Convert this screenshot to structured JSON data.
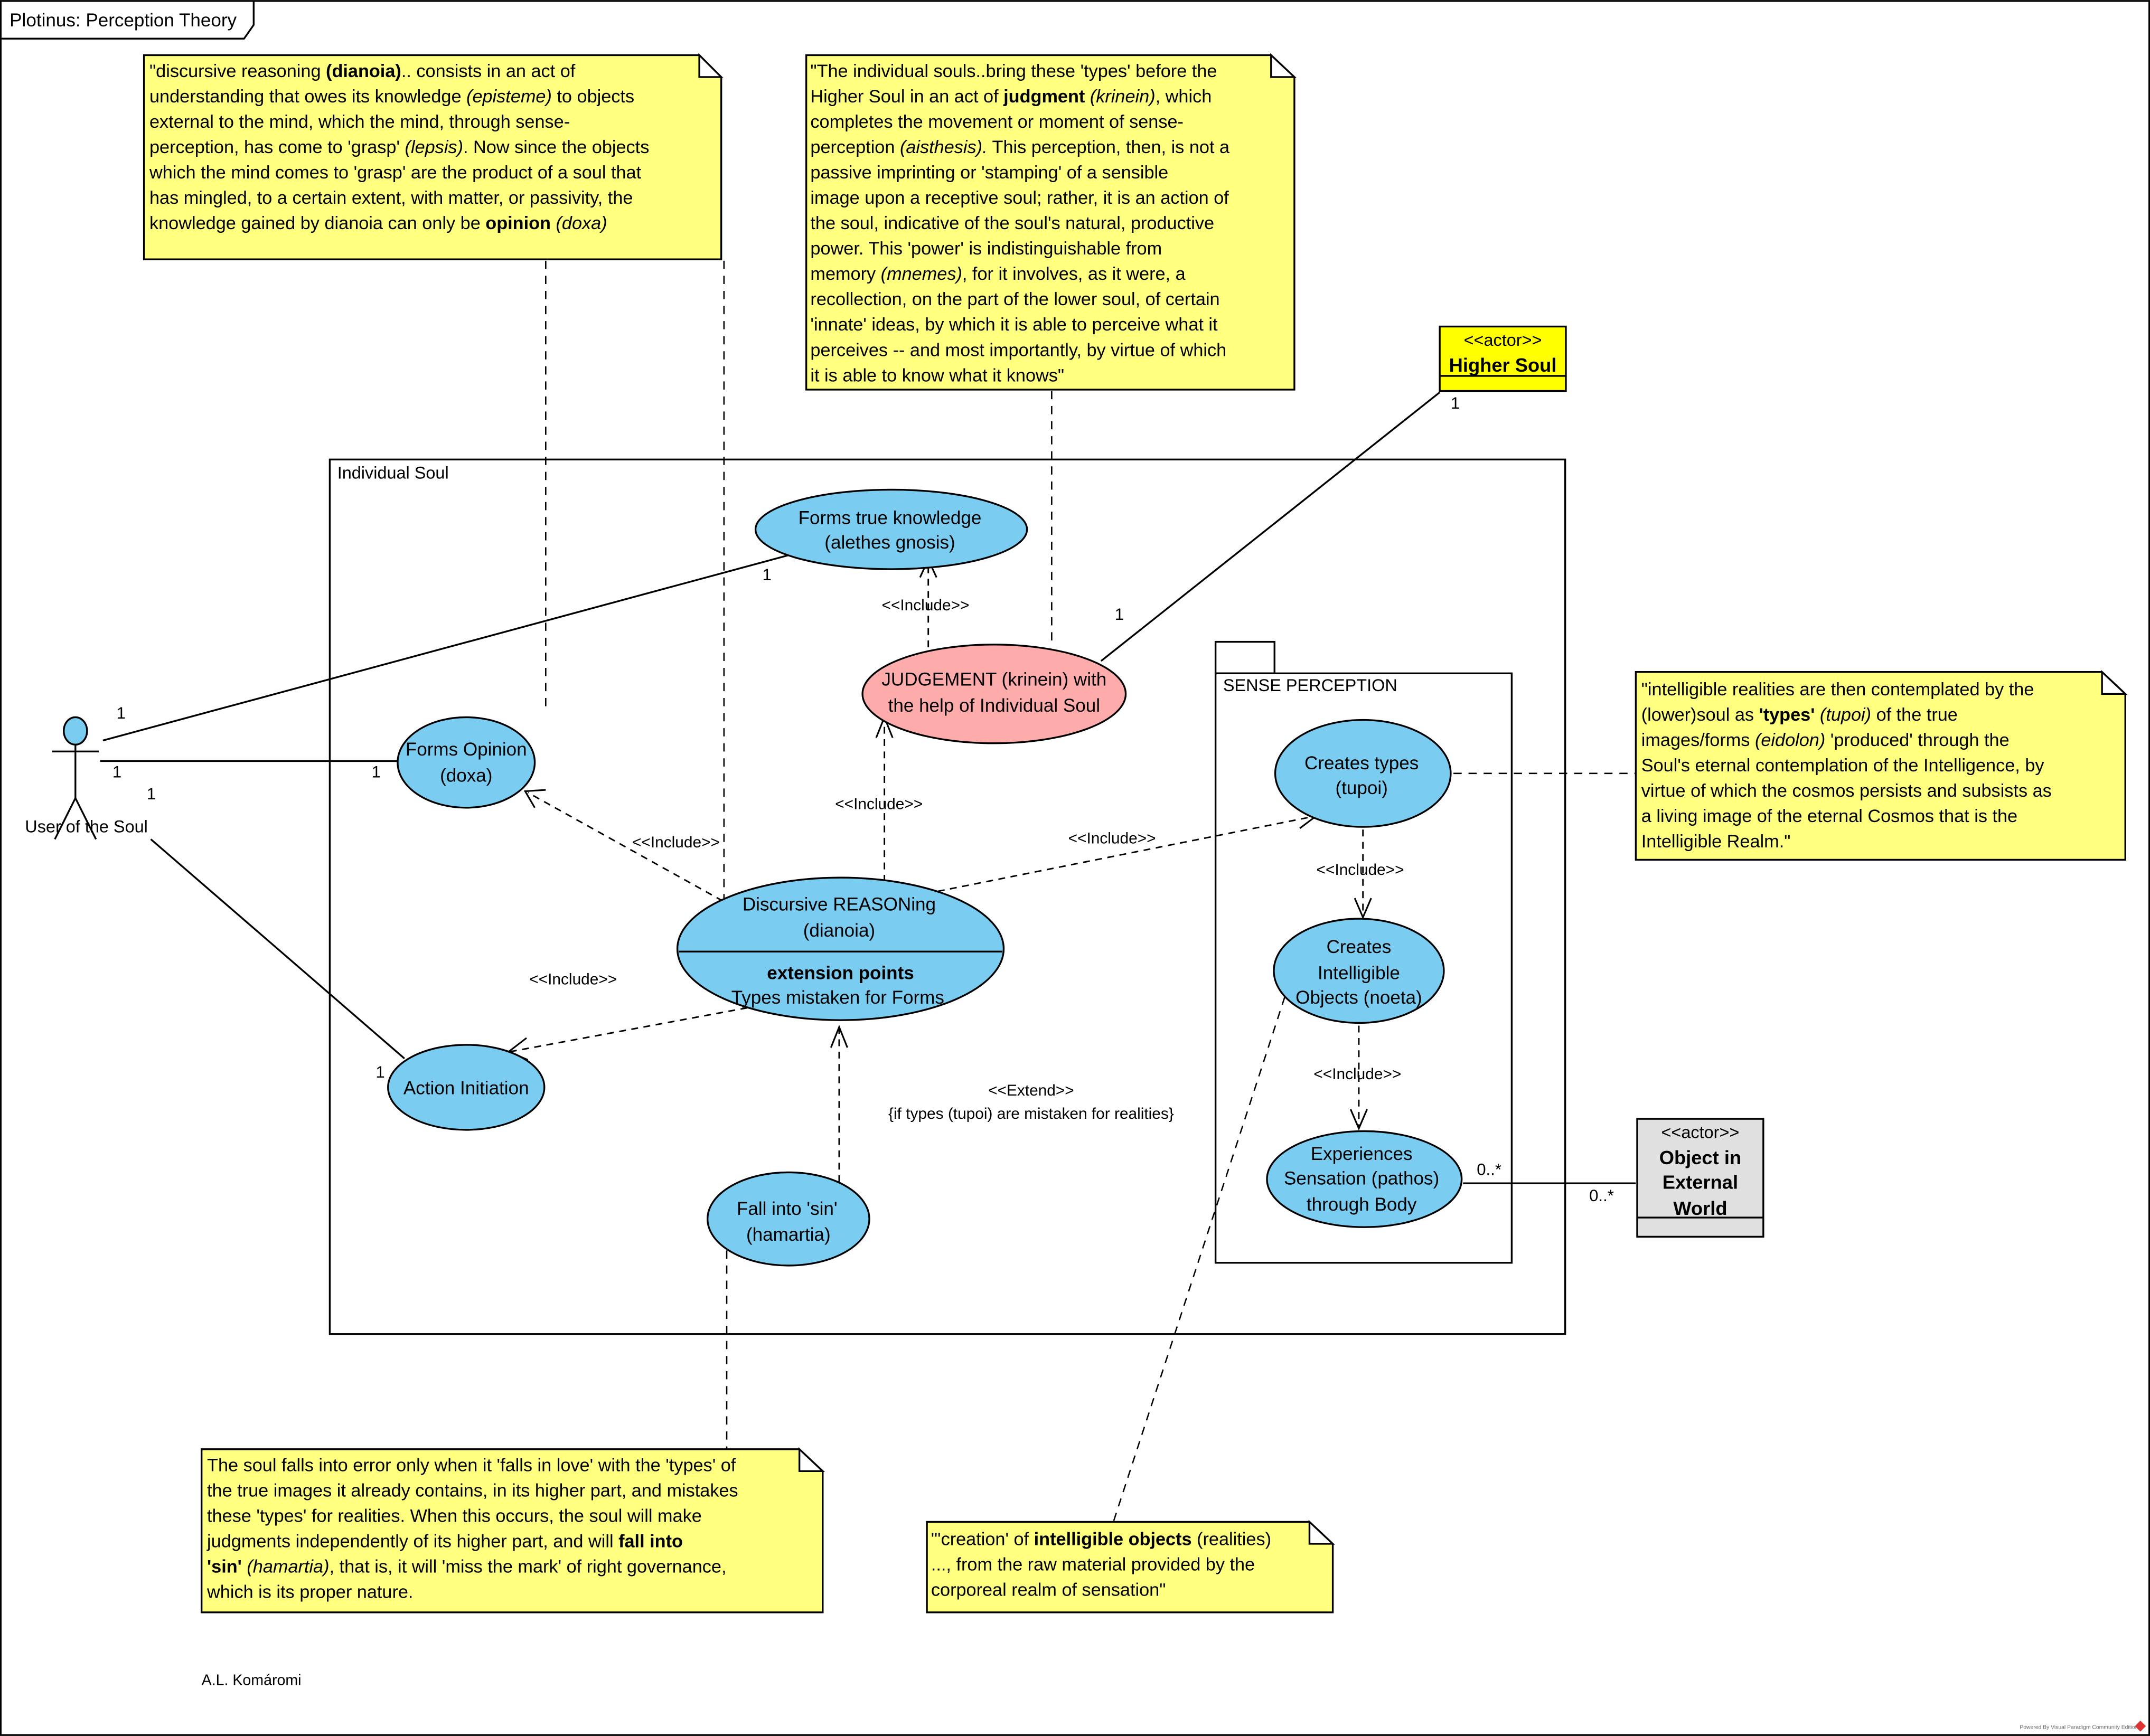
{
  "frame": {
    "title": "Plotinus: Perception Theory"
  },
  "author": "A.L. Komáromi",
  "powered_by": "Powered By Visual Paradigm Community Edition",
  "colors": {
    "use_case": "#7acdf1",
    "use_case_highlight": "#fdabab",
    "note": "#ffff80",
    "actor_higher_soul": "#ffff00",
    "actor_external": "#e0e0e0"
  },
  "boundary": {
    "label": "Individual Soul"
  },
  "package": {
    "label": "SENSE PERCEPTION"
  },
  "actors": {
    "user": {
      "name": "User of the Soul",
      "icon": "stick-figure-icon"
    },
    "higher_soul": {
      "stereotype": "<<actor>>",
      "name": "Higher Soul"
    },
    "external": {
      "stereotype": "<<actor>>",
      "name_lines": [
        "Object in",
        "External",
        "World"
      ]
    }
  },
  "use_cases": {
    "true_knowledge": {
      "lines": [
        "Forms true knowledge",
        "(alethes gnosis)"
      ]
    },
    "judgement": {
      "lines": [
        "JUDGEMENT (krinein) with",
        "the help of Individual Soul"
      ]
    },
    "opinion": {
      "lines": [
        "Forms Opinion",
        "(doxa)"
      ]
    },
    "reasoning": {
      "lines": [
        "Discursive REASONing",
        "(dianoia)"
      ],
      "ext_heading": "extension points",
      "ext_point": "Types mistaken for Forms"
    },
    "action": {
      "lines": [
        "Action Initiation"
      ]
    },
    "sin": {
      "lines": [
        "Fall into 'sin'",
        "(hamartia)"
      ]
    },
    "types": {
      "lines": [
        "Creates types",
        "(tupoi)"
      ]
    },
    "intelligible": {
      "lines": [
        "Creates",
        "Intelligible",
        "Objects (noeta)"
      ]
    },
    "sensation": {
      "lines": [
        "Experiences",
        "Sensation (pathos)",
        "through Body"
      ]
    }
  },
  "relations": {
    "include_judgement_knowledge": "<<Include>>",
    "include_reasoning_opinion": "<<Include>>",
    "include_reasoning_judgement": "<<Include>>",
    "include_reasoning_types": "<<Include>>",
    "include_reasoning_action": "<<Include>>",
    "include_types_intelligible": "<<Include>>",
    "include_intelligible_sensation": "<<Include>>",
    "extend_label": "<<Extend>>",
    "extend_condition": "{if types (tupoi) are mistaken for realities}"
  },
  "multiplicities": {
    "user_knowledge_a": "1",
    "user_knowledge_b": "1",
    "user_opinion_a": "1",
    "user_opinion_b": "1",
    "user_action_a": "1",
    "user_action_b": "1",
    "higher_judgement_a": "1",
    "higher_judgement_b": "1",
    "sensation_external_a": "0..*",
    "sensation_external_b": "0..*"
  },
  "notes": {
    "dianoia": [
      [
        [
          "\"discursive reasoning ",
          ""
        ],
        [
          "(dianoia)",
          "b"
        ],
        [
          ".. consists in an act of",
          ""
        ]
      ],
      [
        [
          "understanding that owes its knowledge ",
          ""
        ],
        [
          "(episteme)",
          "i"
        ],
        [
          " to objects",
          ""
        ]
      ],
      [
        [
          "external to the mind, which the mind, through sense-",
          ""
        ]
      ],
      [
        [
          "perception, has come to 'grasp' ",
          ""
        ],
        [
          "(lepsis)",
          "i"
        ],
        [
          ". Now since the objects",
          ""
        ]
      ],
      [
        [
          "which the mind comes to 'grasp' are the product of a soul that",
          ""
        ]
      ],
      [
        [
          "has mingled, to a certain extent, with matter, or passivity, the",
          ""
        ]
      ],
      [
        [
          "knowledge gained by dianoia can only be ",
          ""
        ],
        [
          "opinion",
          "b"
        ],
        [
          " ",
          ""
        ],
        [
          "(doxa)",
          "i"
        ]
      ]
    ],
    "judgment": [
      [
        [
          "\"The individual souls..bring these 'types' before the",
          ""
        ]
      ],
      [
        [
          "Higher Soul in an act of ",
          ""
        ],
        [
          "judgment",
          "b"
        ],
        [
          " ",
          ""
        ],
        [
          "(krinein)",
          "i"
        ],
        [
          ", which",
          ""
        ]
      ],
      [
        [
          "completes the movement or moment of sense-",
          ""
        ]
      ],
      [
        [
          "perception ",
          ""
        ],
        [
          "(aisthesis).",
          "i"
        ],
        [
          " This perception, then, is not a",
          ""
        ]
      ],
      [
        [
          "passive imprinting or 'stamping' of a sensible",
          ""
        ]
      ],
      [
        [
          "image upon a receptive soul; rather, it is an action of",
          ""
        ]
      ],
      [
        [
          "the soul, indicative of the soul's natural, productive",
          ""
        ]
      ],
      [
        [
          "power. This 'power' is indistinguishable from",
          ""
        ]
      ],
      [
        [
          "memory ",
          ""
        ],
        [
          "(mnemes)",
          "i"
        ],
        [
          ", for it involves, as it were, a",
          ""
        ]
      ],
      [
        [
          "recollection, on the part of the lower soul, of certain",
          ""
        ]
      ],
      [
        [
          "'innate' ideas, by which it is able to perceive what it",
          ""
        ]
      ],
      [
        [
          "perceives -- and most importantly, by virtue of which",
          ""
        ]
      ],
      [
        [
          "it is able to know what it knows\"",
          ""
        ]
      ]
    ],
    "intelligible_realities": [
      [
        [
          "\"intelligible realities are then contemplated by the",
          ""
        ]
      ],
      [
        [
          "(lower)soul as ",
          ""
        ],
        [
          "'types'",
          "b"
        ],
        [
          " ",
          ""
        ],
        [
          "(tupoi)",
          "i"
        ],
        [
          " of the true",
          ""
        ]
      ],
      [
        [
          "images/forms ",
          ""
        ],
        [
          "(eidolon)",
          "i"
        ],
        [
          " 'produced' through the",
          ""
        ]
      ],
      [
        [
          "Soul's eternal contemplation of the Intelligence, by",
          ""
        ]
      ],
      [
        [
          "virtue of which the cosmos persists and subsists as",
          ""
        ]
      ],
      [
        [
          "a living image of the eternal Cosmos that is the",
          ""
        ]
      ],
      [
        [
          "Intelligible Realm.\"",
          ""
        ]
      ]
    ],
    "sin": [
      [
        [
          "The soul falls into error only when it 'falls in love' with the 'types' of",
          ""
        ]
      ],
      [
        [
          "the true images it already contains, in its higher part, and mistakes",
          ""
        ]
      ],
      [
        [
          "these 'types' for realities. When this occurs, the soul will make",
          ""
        ]
      ],
      [
        [
          "judgments independently of its higher part, and will ",
          ""
        ],
        [
          "fall into",
          "b"
        ]
      ],
      [
        [
          "'sin'",
          "b"
        ],
        [
          " ",
          ""
        ],
        [
          "(hamartia)",
          "i"
        ],
        [
          ", that is, it will 'miss the mark' of right governance,",
          ""
        ]
      ],
      [
        [
          "which is its proper nature.",
          ""
        ]
      ]
    ],
    "creation": [
      [
        [
          "\"'creation' of ",
          ""
        ],
        [
          "intelligible objects",
          "b"
        ],
        [
          " (realities)",
          ""
        ]
      ],
      [
        [
          "..., from the raw material provided by the",
          ""
        ]
      ],
      [
        [
          "corporeal realm of sensation\"",
          ""
        ]
      ]
    ]
  }
}
